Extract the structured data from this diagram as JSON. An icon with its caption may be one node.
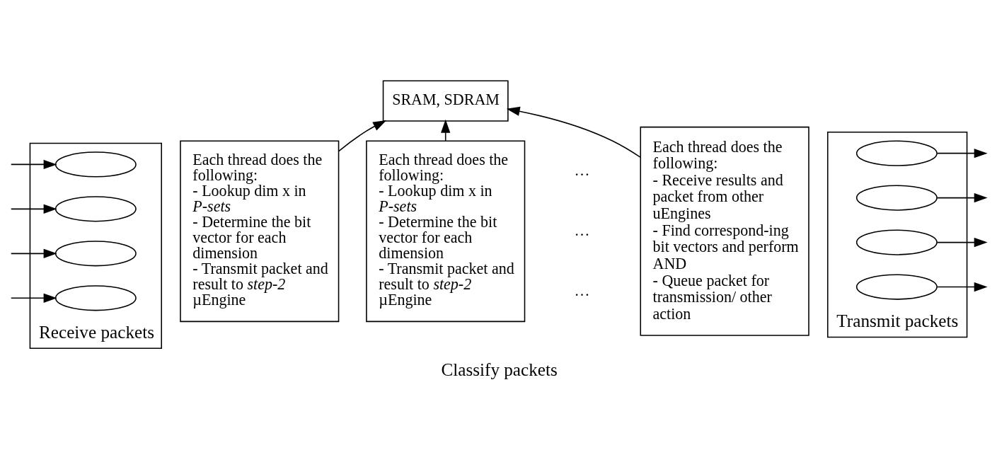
{
  "diagram": {
    "caption": "Classify packets",
    "nodes": [
      {
        "text": [
          "SRAM, SDRAM"
        ]
      },
      {
        "text": [],
        "shape": "box",
        "beside": [
          "Receive packets"
        ]
      },
      {
        "text": [],
        "shape": "ellipse",
        "in": 1
      },
      {
        "text": [],
        "shape": "ellipse",
        "in": 1
      },
      {
        "text": [],
        "shape": "ellipse",
        "in": 1
      },
      {
        "text": [],
        "shape": "ellipse",
        "in": 1
      },
      {
        "text": [
          "Each thread does the following:",
          "- Lookup dim x in *P-sets*",
          "- Determine the bit vector for each dimension",
          "- Transmit packet and result to *step-2* µEngine"
        ]
      },
      {
        "text": [
          "Each thread does the following:",
          "- Lookup dim x in *P-sets*",
          "- Determine the bit vector for each dimension",
          "- Transmit packet and result to *step-2* µEngine"
        ]
      },
      {
        "text": [
          "Each thread does the following:",
          "- Receive results and packet from other uEngines",
          "- Find correspond-ing bit vectors and perform AND",
          "- Queue packet for transmission/ other action"
        ]
      },
      {
        "text": [],
        "shape": "box",
        "beside": [
          "Transmit packets"
        ]
      },
      {
        "text": [],
        "shape": "ellipse",
        "in": 9
      },
      {
        "text": [],
        "shape": "ellipse",
        "in": 9
      },
      {
        "text": [],
        "shape": "ellipse",
        "in": 9
      },
      {
        "text": [],
        "shape": "ellipse",
        "in": 9
      }
    ],
    "edges": [
      {
        "from": null,
        "to": 2,
        "arrow": "to"
      },
      {
        "from": null,
        "to": 3,
        "arrow": "to"
      },
      {
        "from": null,
        "to": 4,
        "arrow": "to"
      },
      {
        "from": null,
        "to": 5,
        "arrow": "to"
      },
      {
        "from": 6,
        "to": 0,
        "arrow": "to"
      },
      {
        "from": 7,
        "to": 0,
        "arrow": "to"
      },
      {
        "from": 8,
        "to": 0,
        "arrow": "to"
      },
      {
        "from": 10,
        "to": null,
        "arrow": "to"
      },
      {
        "from": 11,
        "to": null,
        "arrow": "to"
      },
      {
        "from": 12,
        "to": null,
        "arrow": "to"
      },
      {
        "from": 13,
        "to": null,
        "arrow": "to"
      }
    ],
    "labels": [
      "…",
      "…",
      "…"
    ]
  }
}
